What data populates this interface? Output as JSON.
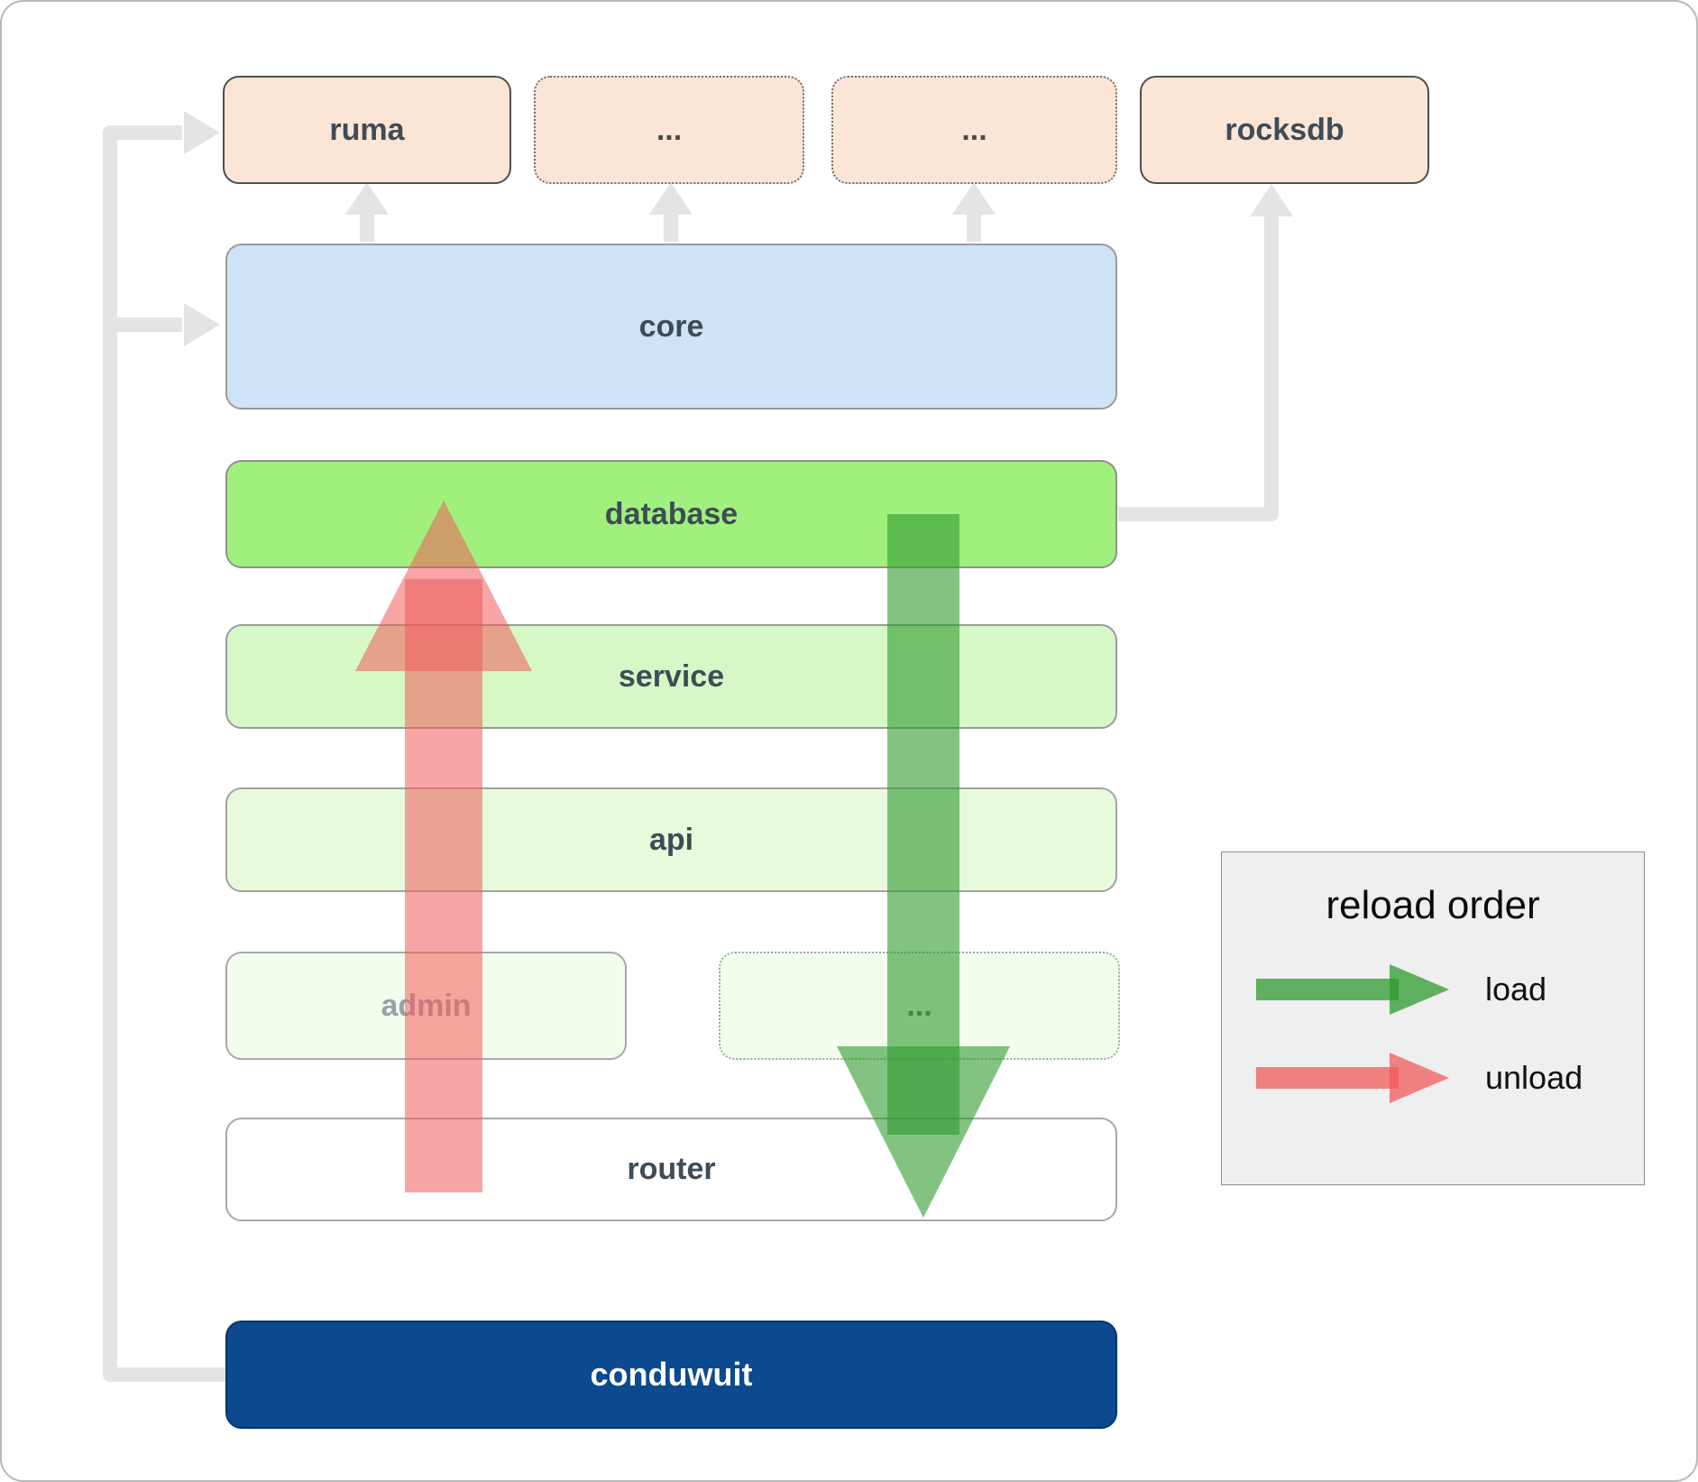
{
  "boxes": {
    "ruma": "ruma",
    "ellipsis_top_1": "...",
    "ellipsis_top_2": "...",
    "rocksdb": "rocksdb",
    "core": "core",
    "database": "database",
    "service": "service",
    "api": "api",
    "admin": "admin",
    "ellipsis_mid": "...",
    "router": "router",
    "conduwuit": "conduwuit"
  },
  "legend": {
    "title": "reload order",
    "items": [
      {
        "label": "load",
        "color": "#2e9b2e"
      },
      {
        "label": "unload",
        "color": "#f15b5b"
      }
    ]
  },
  "colors": {
    "peach": "#fbe5d6",
    "core_blue": "#cfe3f7",
    "database_green": "#a0f07d",
    "service_green": "#d6f8c6",
    "api_green": "#e7fbdc",
    "admin_green": "#f3fdee",
    "conduwuit_blue": "#0b4a8f",
    "dependency_gray": "#e4e4e4",
    "load_green": "#2e9b2e",
    "unload_red": "#f15b5b"
  }
}
